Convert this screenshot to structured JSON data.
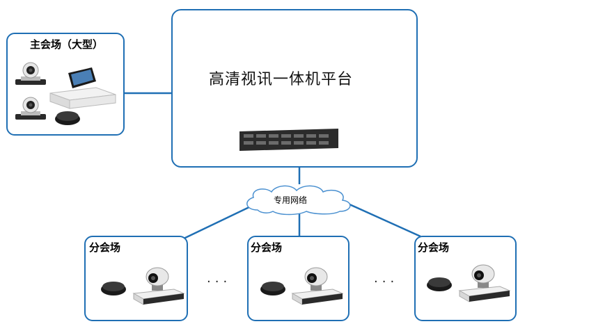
{
  "main_site": {
    "label": "主会场（大型）"
  },
  "platform": {
    "title": "高清视讯一体机平台"
  },
  "network": {
    "label": "专用网络"
  },
  "branch_sites": [
    {
      "label": "分会场"
    },
    {
      "label": "分会场"
    },
    {
      "label": "分会场"
    }
  ],
  "ellipsis": "...",
  "colors": {
    "border": "#1f6fb4",
    "connector": "#1f6fb4"
  }
}
